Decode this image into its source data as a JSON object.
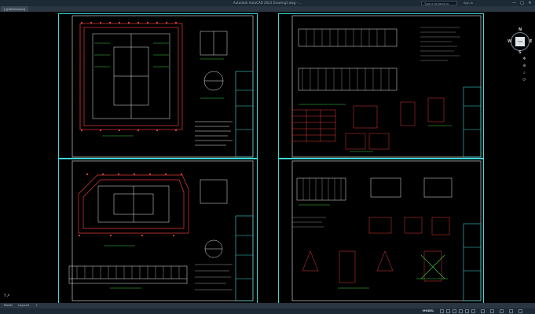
{
  "window": {
    "app_title": "Autodesk AutoCAD 2023   Drawing1.dwg - ... ",
    "search_placeholder": "Type a keyword or phrase",
    "signin_label": "Sign In",
    "minimize": "—",
    "maximize": "□",
    "close": "✕"
  },
  "file_tab": {
    "label": "[-][Wireframe]"
  },
  "nav_cube": {
    "top_label": "TOP",
    "north": "N",
    "west": "W",
    "east": "E",
    "south": "S"
  },
  "nav_bar": {
    "buttons": [
      "✥",
      "⊕",
      "⌕",
      "⟳"
    ]
  },
  "ucs_icon": "↑↗",
  "layout_tabs": [
    {
      "label": "Model"
    },
    {
      "label": "Layout1"
    },
    {
      "label": "+"
    }
  ],
  "status_bar": {
    "model_label": "MODEL"
  },
  "colors": {
    "background": "#000000",
    "sheet_border": "#3fd8d8",
    "drawing_red": "#e23b3b",
    "drawing_white": "#e8e8e8",
    "drawing_green": "#3cd03c"
  }
}
